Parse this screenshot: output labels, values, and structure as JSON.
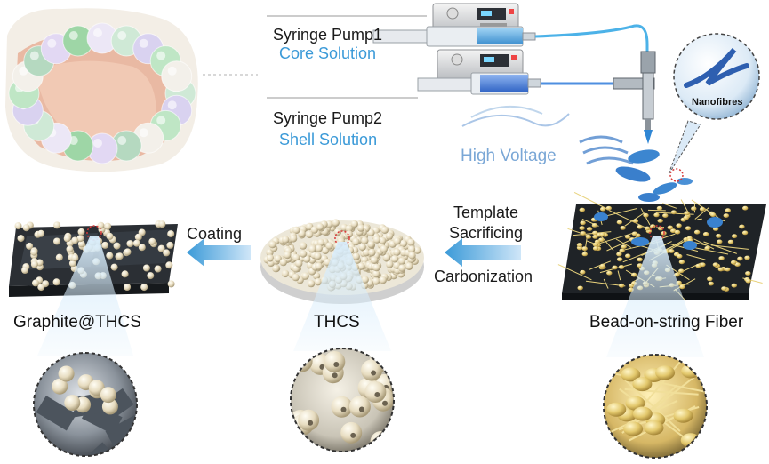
{
  "pumps": {
    "pump1_label": "Syringe Pump1",
    "pump1_solution": "Core Solution",
    "pump2_label": "Syringe Pump2",
    "pump2_solution": "Shell Solution"
  },
  "process": {
    "high_voltage": "High Voltage",
    "nanofibres": "Nanofibres",
    "step_template": "Template",
    "step_sacrificing": "Sacrificing",
    "step_carbonization": "Carbonization",
    "step_coating": "Coating"
  },
  "products": {
    "fiber": "Bead-on-string Fiber",
    "thcs": "THCS",
    "graphite": "Graphite@THCS"
  },
  "colors": {
    "accent_blue": "#3b9ad8",
    "arrow_blue": "#4aa3e6",
    "fiber_yellow": "#e9d27a",
    "sphere_cream": "#e9e0c8",
    "substrate_dark": "#2a2e33"
  }
}
